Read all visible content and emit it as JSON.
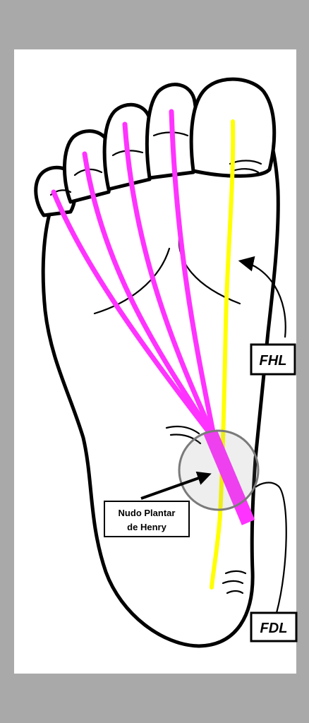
{
  "labels": {
    "fhl": "FHL",
    "fdl": "FDL",
    "knot_line1": "Nudo Plantar",
    "knot_line2": "de Henry"
  },
  "colors": {
    "background": "#a9a9a9",
    "panel": "#ffffff",
    "fdl_tendon": "#ff33ff",
    "fhl_tendon": "#ffff00",
    "outline": "#000000"
  }
}
